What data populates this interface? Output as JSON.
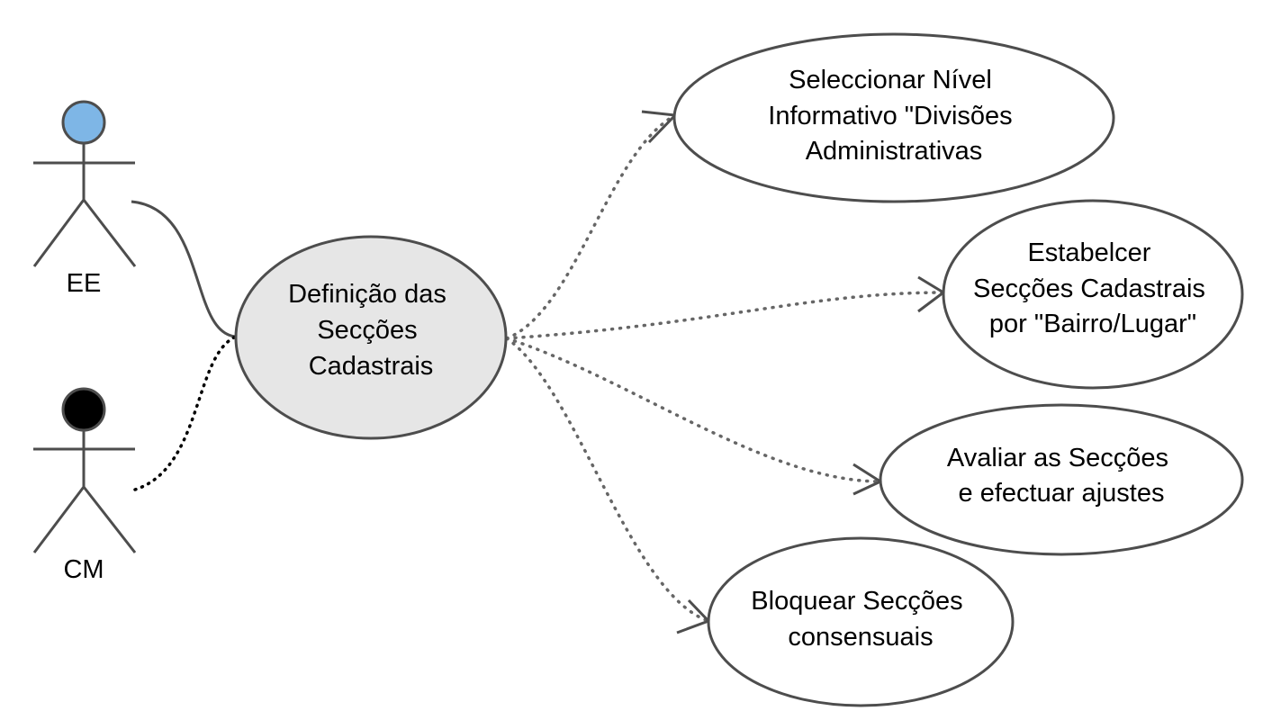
{
  "colors": {
    "stroke": "#4d4d4d",
    "central_fill": "#e6e6e6",
    "usecase_fill": "#ffffff",
    "actor_ee_head": "#7eb6e6",
    "actor_cm_head": "#000000",
    "connector_dotted": "#666666",
    "connector_cm": "#000000"
  },
  "actors": {
    "ee": {
      "label": "EE"
    },
    "cm": {
      "label": "CM"
    }
  },
  "central": {
    "line1": "Definição das",
    "line2": "Secções",
    "line3": "Cadastrais"
  },
  "usecases": {
    "seleccionar": {
      "line1": "Seleccionar Nível",
      "line2": "Informativo \"Divisões",
      "line3": "Administrativas"
    },
    "estabelcer": {
      "line1": "Estabelcer",
      "line2": "Secções Cadastrais",
      "line3": "por \"Bairro/Lugar\""
    },
    "avaliar": {
      "line1": "Avaliar as Secções",
      "line2": "e efectuar ajustes"
    },
    "bloquear": {
      "line1": "Bloquear Secções",
      "line2": "consensuais"
    }
  }
}
